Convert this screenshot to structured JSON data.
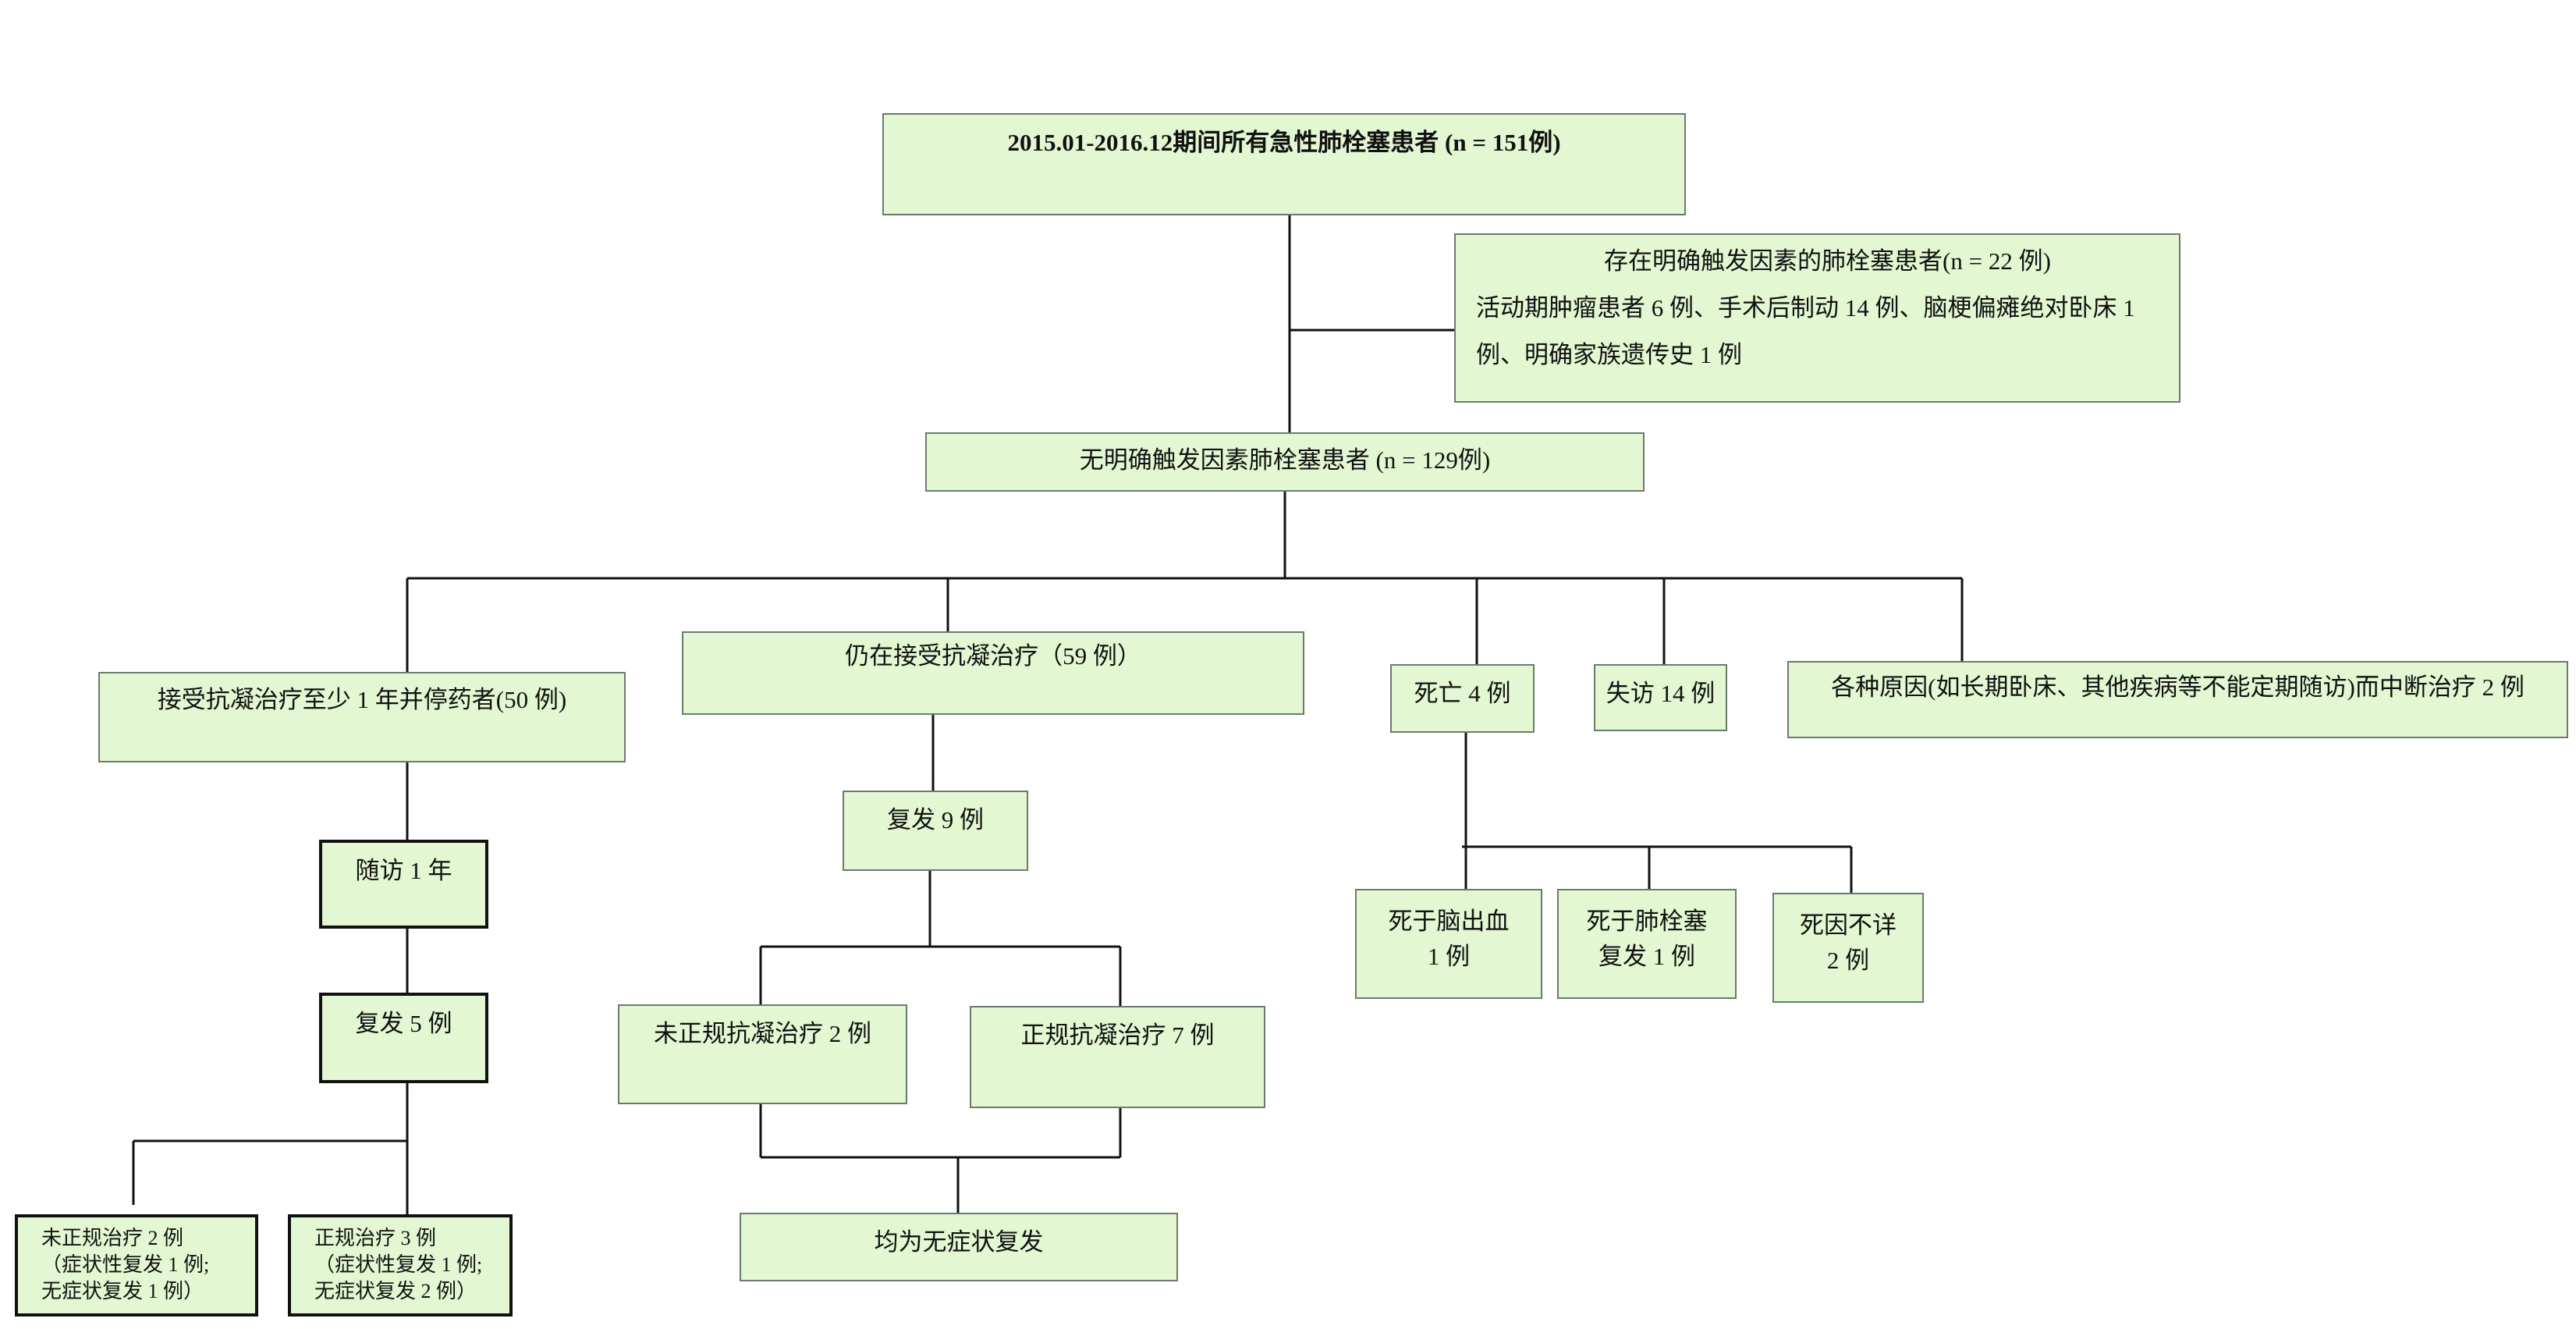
{
  "title": "2015.01-2016.12期间所有急性肺栓塞患者 (n = 151例)",
  "triggered": {
    "heading": "存在明确触发因素的肺栓塞患者(n = 22 例)",
    "line1": "活动期肿瘤患者 6 例、手术后制动 14 例、脑梗偏瘫绝对卧床 1",
    "line2": "例、明确家族遗传史 1 例"
  },
  "untriggered": "无明确触发因素肺栓塞患者 (n = 129例)",
  "stopped": {
    "label": "接受抗凝治疗至少 1 年并停药者(50 例)",
    "followup": "随访 1 年",
    "recur": "复发  5 例",
    "irregular": [
      "未正规治疗 2 例",
      "（症状性复发 1 例;",
      "无症状复发 1 例）"
    ],
    "regular": [
      "正规治疗 3 例",
      "（症状性复发 1 例;",
      "无症状复发 2 例）"
    ]
  },
  "ongoing": {
    "label": "仍在接受抗凝治疗（59 例）",
    "recur": "复发 9 例",
    "irregular": "未正规抗凝治疗 2 例",
    "regular": "正规抗凝治疗 7 例",
    "result": "均为无症状复发"
  },
  "death": {
    "label": "死亡 4 例",
    "causes": [
      [
        "死于脑出血",
        "1 例"
      ],
      [
        "死于肺栓塞",
        "复发 1 例"
      ],
      [
        "死因不详",
        "2 例"
      ]
    ]
  },
  "lost": "失访 14 例",
  "interrupted": "各种原因(如长期卧床、其他疾病等不能定期随访)而中断治疗 2 例"
}
